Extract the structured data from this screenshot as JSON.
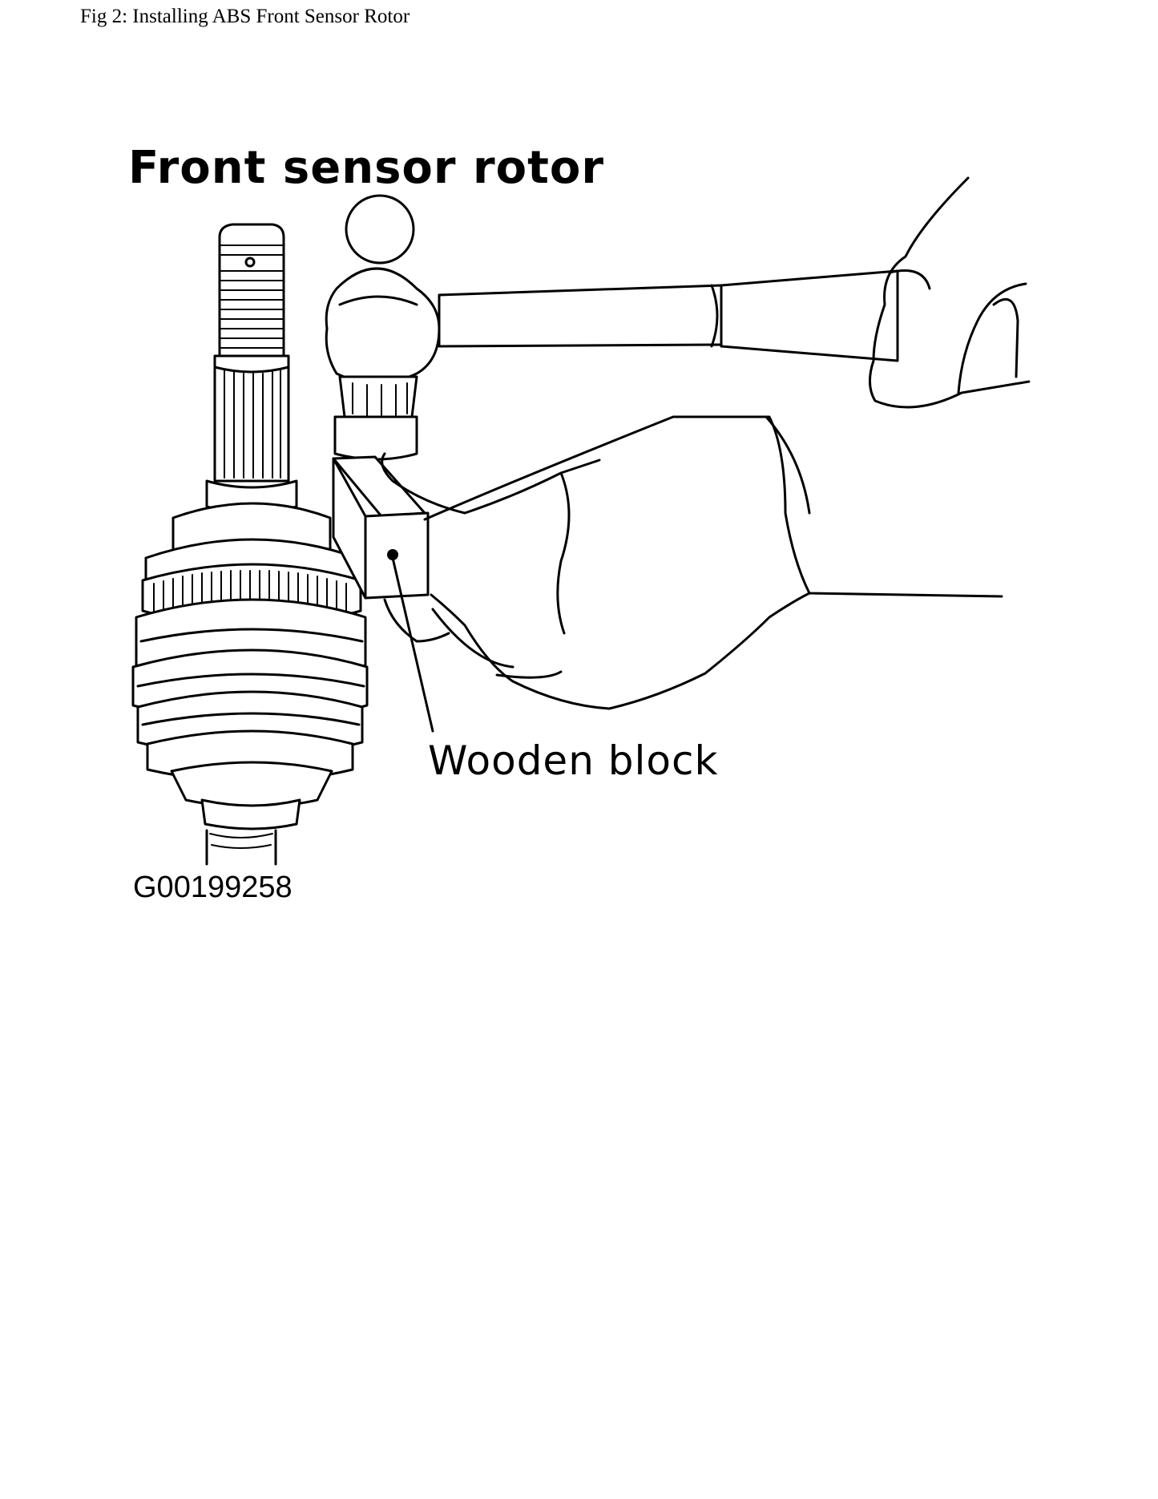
{
  "figure": {
    "caption": "Fig 2: Installing ABS Front Sensor Rotor",
    "heading_label": "Front sensor rotor",
    "callout_label": "Wooden block",
    "figure_id": "G00199258"
  }
}
